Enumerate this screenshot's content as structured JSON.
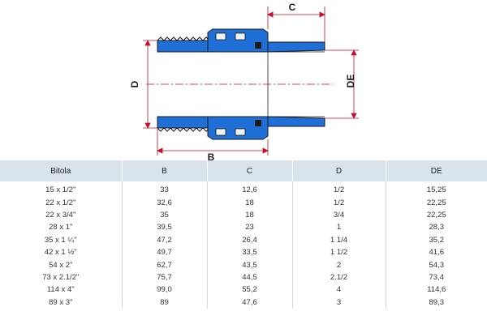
{
  "diagram": {
    "labels": {
      "c": "C",
      "d": "D",
      "b": "B",
      "de": "DE"
    },
    "colors": {
      "body": "#1f6fd6",
      "outline": "#1a1a1a",
      "dimension": "#c0102a",
      "centerline": "#c0102a"
    }
  },
  "table": {
    "headers": [
      "Bitola",
      "B",
      "C",
      "D",
      "DE"
    ],
    "rows": [
      [
        "15 x 1/2\"",
        "33",
        "12,6",
        "1/2",
        "15,25"
      ],
      [
        "22 x 1/2\"",
        "32,6",
        "18",
        "1/2",
        "22,25"
      ],
      [
        "22 x 3/4\"",
        "35",
        "18",
        "3/4",
        "22,25"
      ],
      [
        "28 x 1\"",
        "39,5",
        "23",
        "1",
        "28,3"
      ],
      [
        "35 x 1 ¼\"",
        "47,2",
        "26,4",
        "1 1/4",
        "35,2"
      ],
      [
        "42 x 1 ½\"",
        "49,7",
        "33,5",
        "1 1/2",
        "41,6"
      ],
      [
        "54 x 2\"",
        "62,7",
        "43,5",
        "2",
        "54,3"
      ],
      [
        "73 x 2.1/2\"",
        "75,7",
        "44,5",
        "2.1/2",
        "73,4"
      ],
      [
        "114 x 4\"",
        "99,0",
        "55,2",
        "4",
        "114,6"
      ],
      [
        "89 x 3\"",
        "89",
        "47,6",
        "3",
        "89,3"
      ]
    ],
    "colors": {
      "header_bg": "#d9e3ec",
      "text": "#333333"
    }
  }
}
